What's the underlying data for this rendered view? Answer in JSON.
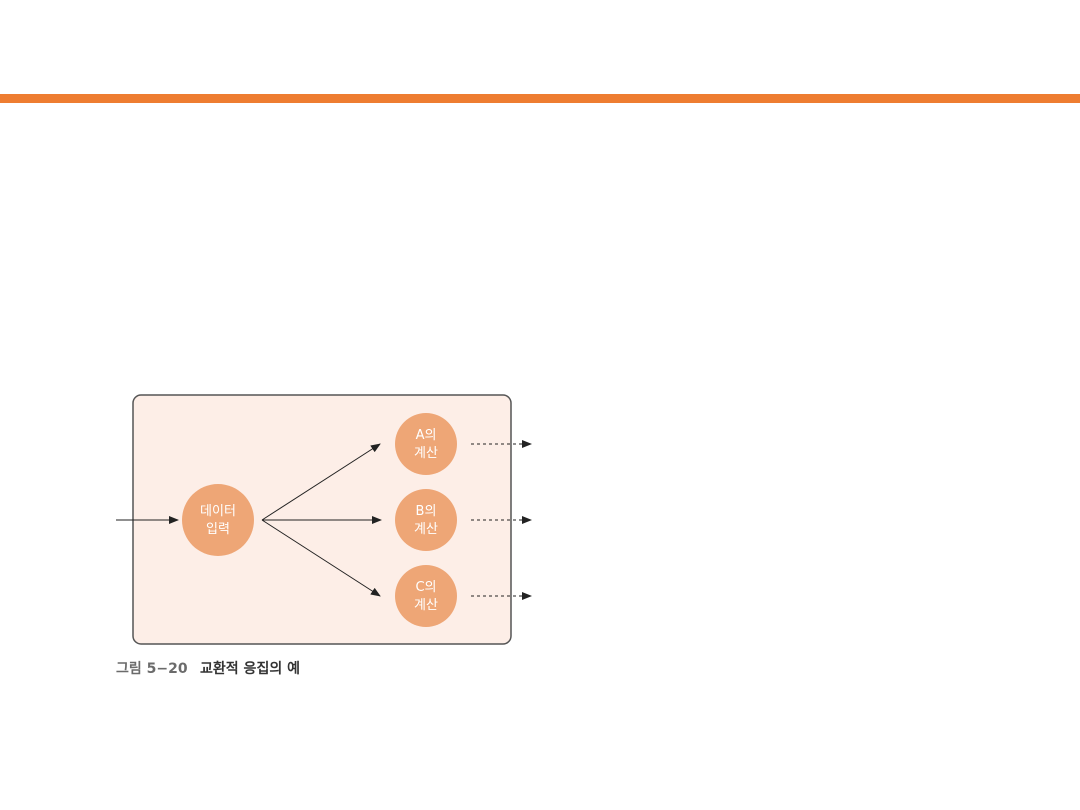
{
  "colors": {
    "accent_bar": "#ee7d31",
    "box_fill": "#fdeee7",
    "box_stroke": "#555555",
    "node_fill": "#eea676",
    "node_text": "#ffffff",
    "arrow": "#222222"
  },
  "diagram": {
    "input_node": {
      "line1": "데이터",
      "line2": "입력"
    },
    "output_nodes": [
      {
        "line1": "A의",
        "line2": "계산"
      },
      {
        "line1": "B의",
        "line2": "계산"
      },
      {
        "line1": "C의",
        "line2": "계산"
      }
    ]
  },
  "caption": {
    "label": "그림 5−20",
    "title": "교환적 응집의 예"
  }
}
